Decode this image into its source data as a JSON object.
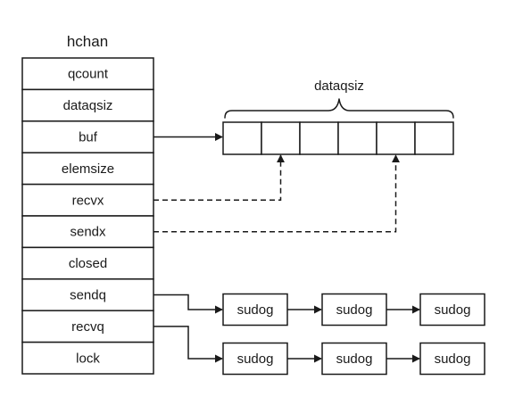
{
  "diagram": {
    "struct_title": "hchan",
    "fields": [
      {
        "id": "qcount",
        "label": "qcount"
      },
      {
        "id": "dataqsiz",
        "label": "dataqsiz"
      },
      {
        "id": "buf",
        "label": "buf"
      },
      {
        "id": "elemsize",
        "label": "elemsize"
      },
      {
        "id": "recvx",
        "label": "recvx"
      },
      {
        "id": "sendx",
        "label": "sendx"
      },
      {
        "id": "closed",
        "label": "closed"
      },
      {
        "id": "sendq",
        "label": "sendq"
      },
      {
        "id": "recvq",
        "label": "recvq"
      },
      {
        "id": "lock",
        "label": "lock"
      }
    ],
    "buffer": {
      "label": "dataqsiz",
      "slot_count": 6
    },
    "queues": [
      {
        "from": "sendq",
        "nodes": [
          "sudog",
          "sudog",
          "sudog"
        ]
      },
      {
        "from": "recvq",
        "nodes": [
          "sudog",
          "sudog",
          "sudog"
        ]
      }
    ],
    "pointers": [
      {
        "from": "buf",
        "to_slot": 0,
        "style": "solid"
      },
      {
        "from": "recvx",
        "to_slot": 1,
        "style": "dashed"
      },
      {
        "from": "sendx",
        "to_slot": 4,
        "style": "dashed"
      }
    ],
    "stroke_color": "#1a1a1a"
  }
}
